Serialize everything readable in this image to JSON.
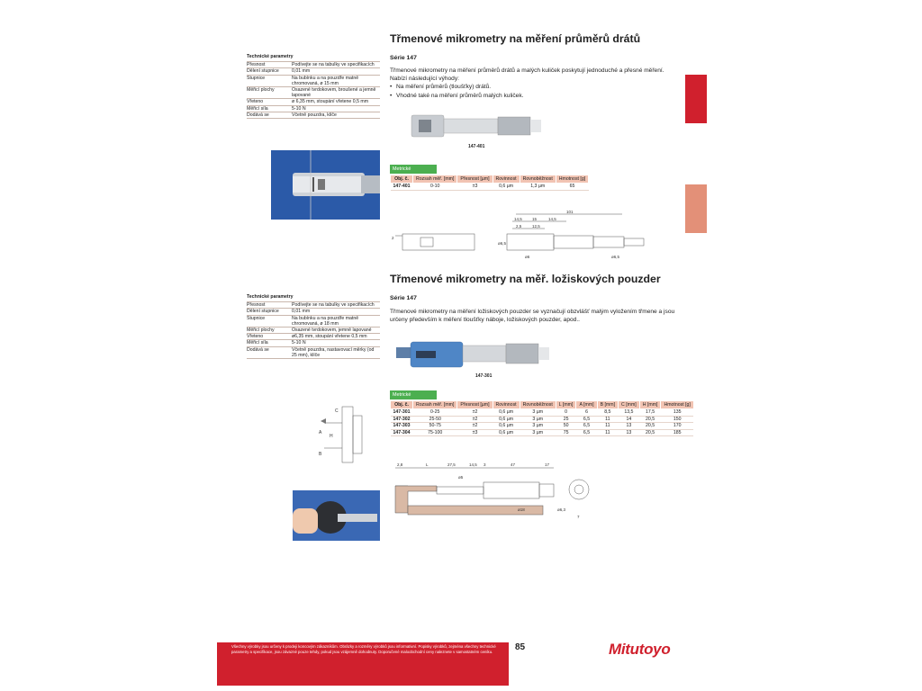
{
  "page_number": "85",
  "brand": "Mitutoyo",
  "footer_text": "Všechny výrobky jsou určeny k prodeji koncovým zákazníkům. Obrázky a rozměry výrobků jsou informativní. Popisky výrobků, zejména všechny technické parametry a specifikace, jsou závazné pouze tehdy, pokud jsou vzájemně dohodnuty. Doporučené maloobchodní ceny naleznete v samostatném ceníku.",
  "section1": {
    "title": "Třmenové mikrometry na měření průměrů drátů",
    "series": "Série 147",
    "description": "Třmenové mikrometry na měření průměrů drátů a malých kuliček poskytují jednoduché a přesné měření. Nabízí následující výhody:",
    "bullets": [
      "Na měření průměrů (tloušťky) drátů.",
      "Vhodné také na měření průměrů malých kuliček."
    ],
    "photo_caption": "147-401",
    "metric_label": "Metrické",
    "table": {
      "headers": [
        "Obj. č.",
        "Rozsah měř. [mm]",
        "Přesnost [µm]",
        "Rovinnost",
        "Rovnoběžnost",
        "Hmotnost [g]"
      ],
      "rows": [
        [
          "147-401",
          "0-10",
          "±3",
          "0,6 µm",
          "1,3 µm",
          "65"
        ]
      ]
    },
    "drawing_labels": [
      "101",
      "14,5",
      "15",
      "14,5",
      "2,5",
      "12,5",
      "2",
      "ø6,5",
      "ø6",
      "ø6,5"
    ],
    "spec": {
      "title": "Technické parametry",
      "rows": [
        [
          "Přesnost",
          "Podívejte se na tabulky ve specifikacích"
        ],
        [
          "Dělení stupnice",
          "0,01 mm"
        ],
        [
          "Stupnice",
          "Na bubínku a na pouzdře matně chromovaná, ø 15 mm"
        ],
        [
          "Měřicí plochy",
          "Osazené tvrdokovem, broušené a jemně lapované"
        ],
        [
          "Vřeteno",
          "ø 6,35 mm, stoupání vřetene 0,5 mm"
        ],
        [
          "Měřicí síla",
          "5-10 N"
        ],
        [
          "Dodává se",
          "Včetně pouzdra, klíče"
        ]
      ]
    }
  },
  "section2": {
    "title": "Třmenové mikrometry na měř. ložiskových pouzder",
    "series": "Série 147",
    "description": "Třmenové mikrometry na měření ložiskových pouzder se vyznačují obzvlášť malým vyložením třmene a jsou určeny především k měření tloušťky náboje, ložiskových pouzder, apod..",
    "photo_caption": "147-301",
    "metric_label": "Metrické",
    "table": {
      "headers": [
        "Obj. č.",
        "Rozsah měř. [mm]",
        "Přesnost [µm]",
        "Rovinnost",
        "Rovnoběžnost",
        "L [mm]",
        "A [mm]",
        "B [mm]",
        "C [mm]",
        "H [mm]",
        "Hmotnost [g]"
      ],
      "rows": [
        [
          "147-301",
          "0-25",
          "±2",
          "0,6 µm",
          "3 µm",
          "0",
          "6",
          "8,5",
          "13,5",
          "17,5",
          "135"
        ],
        [
          "147-302",
          "25-50",
          "±2",
          "0,6 µm",
          "3 µm",
          "25",
          "6,5",
          "11",
          "14",
          "20,5",
          "150"
        ],
        [
          "147-303",
          "50-75",
          "±2",
          "0,6 µm",
          "3 µm",
          "50",
          "6,5",
          "11",
          "13",
          "20,5",
          "170"
        ],
        [
          "147-304",
          "75-100",
          "±3",
          "0,6 µm",
          "3 µm",
          "75",
          "6,5",
          "11",
          "13",
          "20,5",
          "185"
        ]
      ]
    },
    "drawing_labels": [
      "2,8",
      "L",
      "27,5",
      "14,5",
      "3",
      "47",
      "17",
      "ø5",
      "ø18",
      "ø6,3",
      "7"
    ],
    "side_labels": [
      "C",
      "A",
      "H",
      "B"
    ],
    "spec": {
      "title": "Technické parametry",
      "rows": [
        [
          "Přesnost",
          "Podívejte se na tabulky ve specifikacích"
        ],
        [
          "Dělení stupnice",
          "0,01 mm"
        ],
        [
          "Stupnice",
          "Na bubínku a na pouzdře matně chromovaná, ø 18 mm"
        ],
        [
          "Měřicí plochy",
          "Osazené tvrdokovem, jemně lapované"
        ],
        [
          "Vřeteno",
          "ø6,35 mm, stoupání vřetene 0,5 mm"
        ],
        [
          "Měřicí síla",
          "5-10 N"
        ],
        [
          "Dodává se",
          "Včetně pouzdra, nastavovací měrky (od 25 mm), klíče"
        ]
      ]
    }
  }
}
